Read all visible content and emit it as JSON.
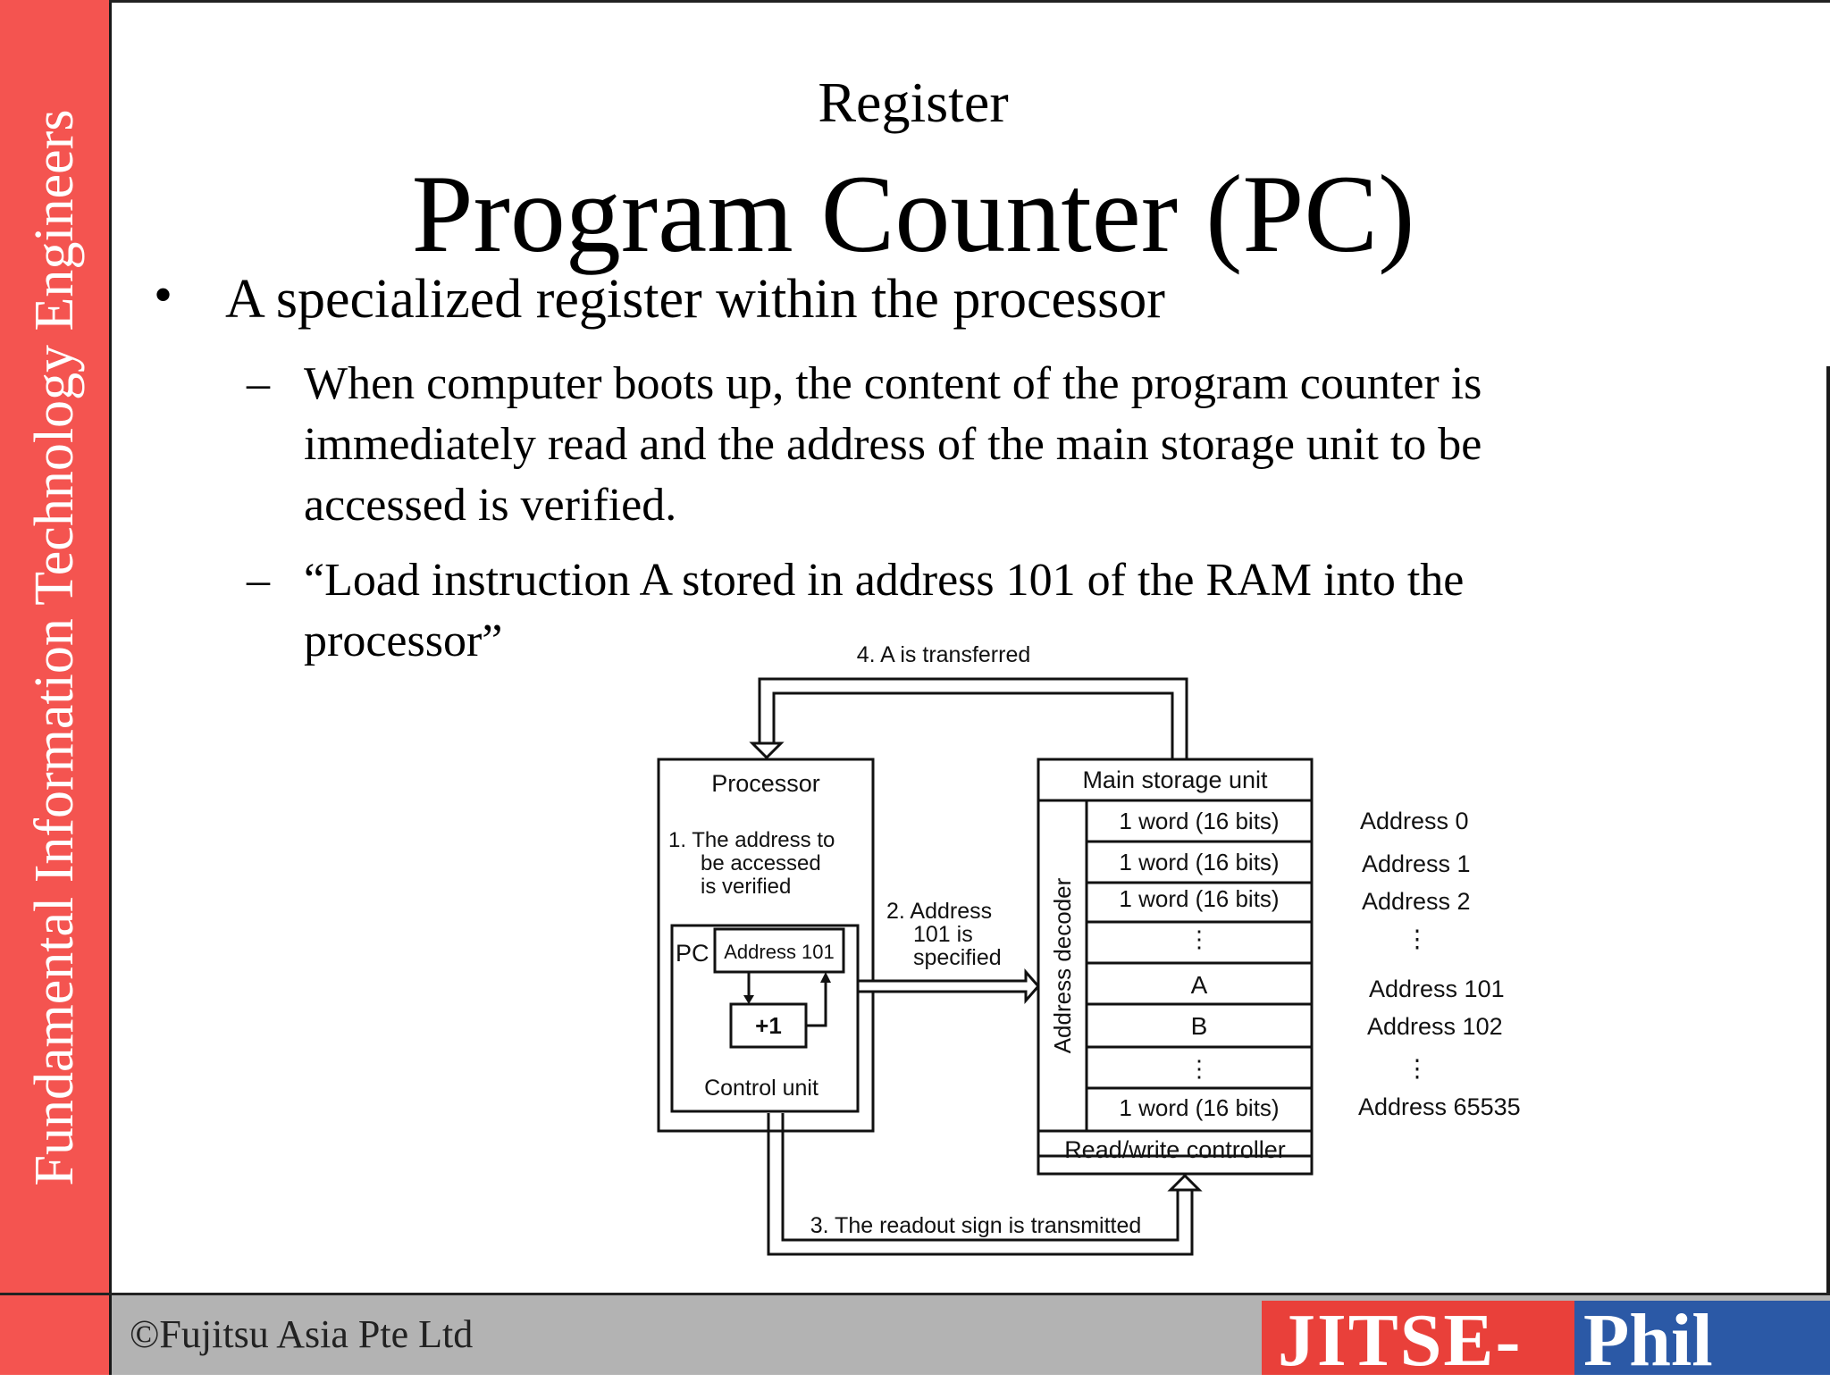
{
  "sidebar": {
    "text": "Fundamental Information Technology Engineers"
  },
  "header": {
    "subtitle": "Register",
    "title": "Program Counter (PC)"
  },
  "bullets": {
    "main": "A specialized register within the processor",
    "sub": [
      "When computer boots up, the content of the program counter is immediately read and the address of the main storage unit to be accessed is verified.",
      "“Load instruction A stored in address 101 of the RAM into the processor”"
    ],
    "bullet_glyph": "•",
    "dash_glyph": "–"
  },
  "diagram": {
    "step4": "4. A is transferred",
    "processor": "Processor",
    "step1": [
      "1. The address to",
      "be accessed",
      "is verified"
    ],
    "pc_label": "PC",
    "pc_value": "Address 101",
    "plus_one": "+1",
    "control_unit": "Control unit",
    "step2": [
      "2. Address",
      "101 is",
      "specified"
    ],
    "main_storage": "Main storage unit",
    "address_decoder": "Address decoder",
    "cells": [
      "1 word (16 bits)",
      "1 word (16 bits)",
      "1 word (16 bits)",
      "⋮",
      "A",
      "B",
      "⋮",
      "1 word (16 bits)"
    ],
    "rw_controller": "Read/write controller",
    "addresses": [
      "Address 0",
      "Address 1",
      "Address 2",
      "⋮",
      "Address 101",
      "Address 102",
      "⋮",
      "Address 65535"
    ],
    "step3": "3. The readout sign is transmitted"
  },
  "footer": {
    "copyright": "©Fujitsu Asia Pte Ltd",
    "logo_left": "JITSE-",
    "logo_right": "Phil"
  },
  "colors": {
    "sidebar": "#f45450",
    "footer": "#b3b3b3",
    "logo_red": "#e9403a",
    "logo_blue": "#2b59a6"
  }
}
